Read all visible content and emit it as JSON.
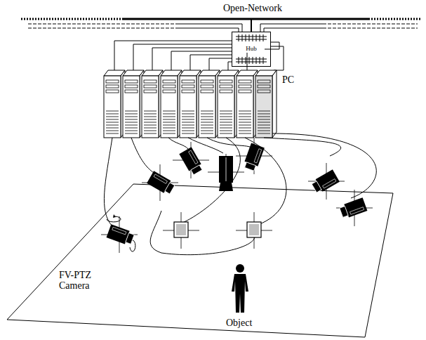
{
  "diagram": {
    "nodes": [
      {
        "text": [
          "Hub"
        ]
      }
    ],
    "labels": [
      "Open-Network",
      "PC",
      "FV-PTZ Camera",
      "Object"
    ]
  }
}
